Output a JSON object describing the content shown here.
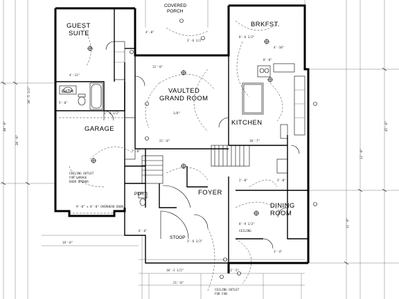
{
  "rooms": {
    "guest_suite": [
      "GUEST",
      "SUITE"
    ],
    "covered_porch": [
      "COVERED",
      "PORCH"
    ],
    "brkfst": "BRKFST.",
    "bath": "BATH",
    "vaulted_grand_room": [
      "VAULTED",
      "GRAND ROOM"
    ],
    "kitchen": "KITCHEN",
    "garage": "GARAGE",
    "foyer": "FOYER",
    "dining_room": [
      "DINING",
      "ROOM"
    ],
    "pdr": "PDR.",
    "stoop": "STOOP"
  },
  "colors": {
    "line": "#000000",
    "background": "#ffffff"
  }
}
